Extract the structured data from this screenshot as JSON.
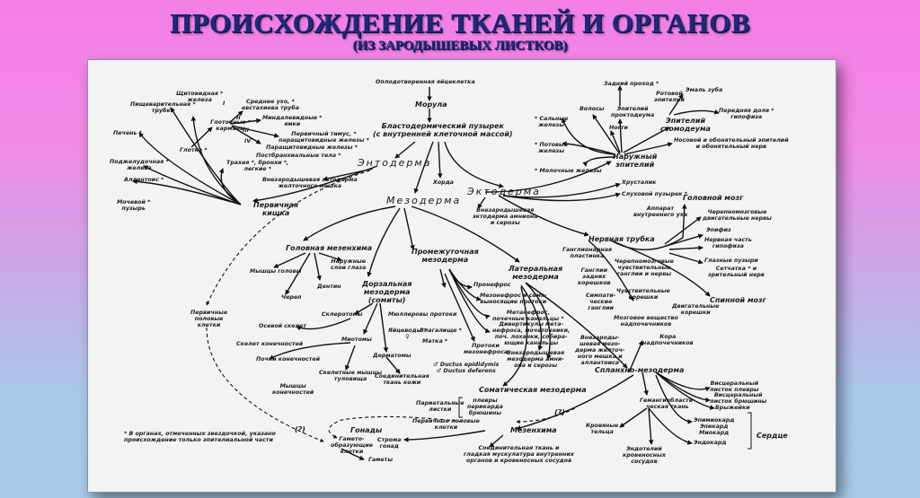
{
  "slide": {
    "title": "ПРОИСХОЖДЕНИЕ  ТКАНЕЙ И ОРГАНОВ",
    "subtitle": "(ИЗ ЗАРОДЫШЕВЫХ ЛИСТКОВ)"
  },
  "diagram": {
    "labels": [
      "Оплодотворенная яйцеклетка",
      "Морула",
      "Бластодермический пузырек\n(с внутренней клеточной массой)",
      "Энтодерма",
      "Хорда",
      "Мезодерма",
      "Эктодерма",
      "Щитовидная *\nжелеза",
      "Пищеварительная *\nтрубка",
      "Печень *",
      "Глотка *",
      "Глоточные *\nкарманы",
      "Среднее ухо, *\nевстахиева труба",
      "Миндалевидные *\nямки",
      "Первичный тимус, *\nпаращитовидные железы *",
      "Паращитовидные железы *",
      "Постбранхиальные тела *",
      "Трахея *, бронхи *,\nлегкие *",
      "Поджелудочная *\nжелеза",
      "Аллантоис *",
      "Мочевой *\nпузырь",
      "Внезародышевая энтодерма\nжелточного мешка",
      "Первичная\nкишка",
      "Задний проход *",
      "Ротовой\nэпителий",
      "Эмаль зуба",
      "Волосы",
      "Эпителий\nпроктодеума",
      "* Сальные\nжелезы",
      "Ногти",
      "Эпителий\nстомодеума",
      "Передняя доля *\nгипофиза",
      "* Потовые\nжелезы",
      "Носовой и обонятельный эпителий\nи обонятельный нерв",
      "Наружный\nэпителий",
      "* Молочные железы",
      "Хрусталик",
      "Слуховой пузырек *",
      "Головной мозг",
      "Аппарат\nвнутреннего уха",
      "Внезародышевая\nэктодерма амниона\nи серозы",
      "Черепномозговые\nдвигательные нервы",
      "Эпифиз",
      "Нервная трубка",
      "Нервная часть\nгипофиза",
      "Ганглионарная\nпластинка",
      "Глазные пузыри",
      "Сетчатка * и\nзрительный нерв",
      "Ганглии\nзадних\nкорешков",
      "Черепномозговые\nчувствительные\nганглии и нервы",
      "Спинной мозг",
      "Чувствительные\nкорешки",
      "Симпати-\nческие\nганглии",
      "Двигательные\nкорешки",
      "Мозговое вещество\nнадпочечников",
      "Головная мезенхима",
      "Мышцы головы",
      "Наружные\nслои глаза",
      "Дентин",
      "Череп",
      "Промежуточная\nмезодерма",
      "Дорзальная\nмезодерма\n(сомиты)",
      "Первичные\nполовые\nклетки",
      "Склеротомы",
      "Мюллеровы протоки",
      "Осевой скелет",
      "Яйцеводы *\n♀",
      "Влагалище *",
      "Миотомы",
      "Матка *",
      "Скелет конечностей",
      "Почки конечностей",
      "Дерматомы",
      "Скелетные мышцы\nтуловища",
      "Соединительная\nткань кожи",
      "Мышцы\nконечностей",
      "Пронефрос",
      "Мезонефрос и семя-\nвыносящие протоки",
      "Метанефрос,\nпочечные канальцы *",
      "Дивертикулы мета-\nнефроса, мочеточники,\nпоч. лоханки, собира-\nющие канальцы",
      "Протоки\nмезонефроса",
      "♂ Ductus epididymis\n♂ Ductus deferens",
      "Латеральная\nмезодерма",
      "Внезародышевая\nмезодерма амни-\nона и серозы",
      "Внезароды-\nшевая мезо-\nдерма желточ-\nного мешка и\nаллантоиса",
      "Кора\nнадпочечников",
      "Спланхно-мезодерма",
      "Соматическая мезодерма",
      "Париетальные\nлистки",
      "плевры\nперикарда\nбрюшины",
      "Висцеральный\nлисток плевры",
      "Висцеральный\nлисток брюшины",
      "Брыжейки",
      "Гемангиобласти-\nческая ткань",
      "(?)",
      "Первичные половые\nклетки",
      "Мезенхима",
      "Кровяные\nтельца",
      "Эпимиокард\nЭпикард\nМиокард",
      "Эндокард",
      "Сердце",
      "Эндотелий\nкровеносных\nсосудов",
      "Соединительная ткань и\nгладкая мускулатура внутренних\nорганов и кровеносных сосудов",
      "(?)",
      "Гонады",
      "Гамето-\nобразующие\nклетки",
      "Строма\nгонад",
      "Гаметы",
      "* В органах, отмеченных звездочкой, указано\nпроисхождение только эпителиальной части",
      "I",
      "II",
      "III",
      "IV"
    ]
  }
}
